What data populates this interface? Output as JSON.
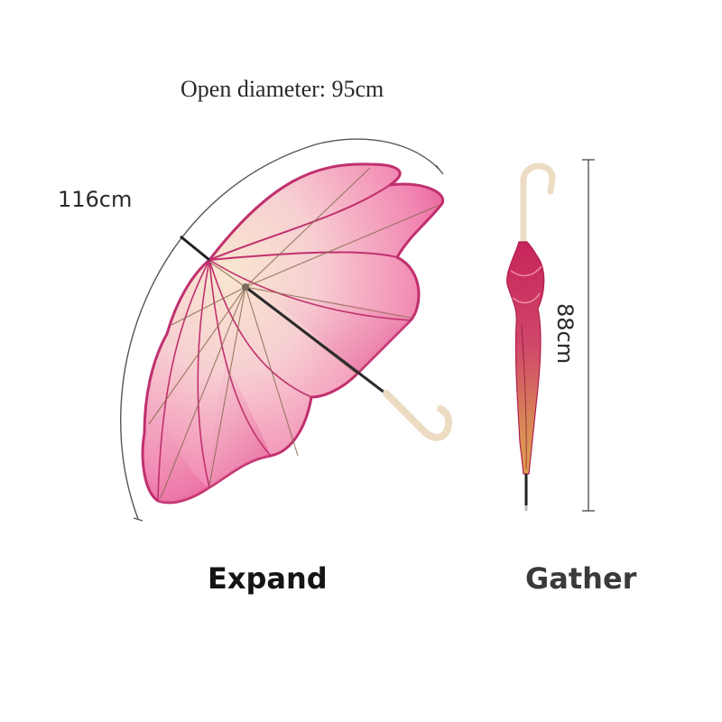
{
  "labels": {
    "open_diameter": "Open diameter: 95cm",
    "open_length": "116cm",
    "closed_length": "88cm",
    "expand": "Expand",
    "gather": "Gather"
  },
  "colors": {
    "canopy_edge": "#c0306e",
    "canopy_pink": "#f07aa8",
    "canopy_cream": "#f7dcc0",
    "handle": "#ecdcc4",
    "rod": "#222222",
    "measure_line": "#555555"
  },
  "icons": {
    "open_umbrella": "open-umbrella-illustration",
    "closed_umbrella": "closed-umbrella-illustration"
  }
}
